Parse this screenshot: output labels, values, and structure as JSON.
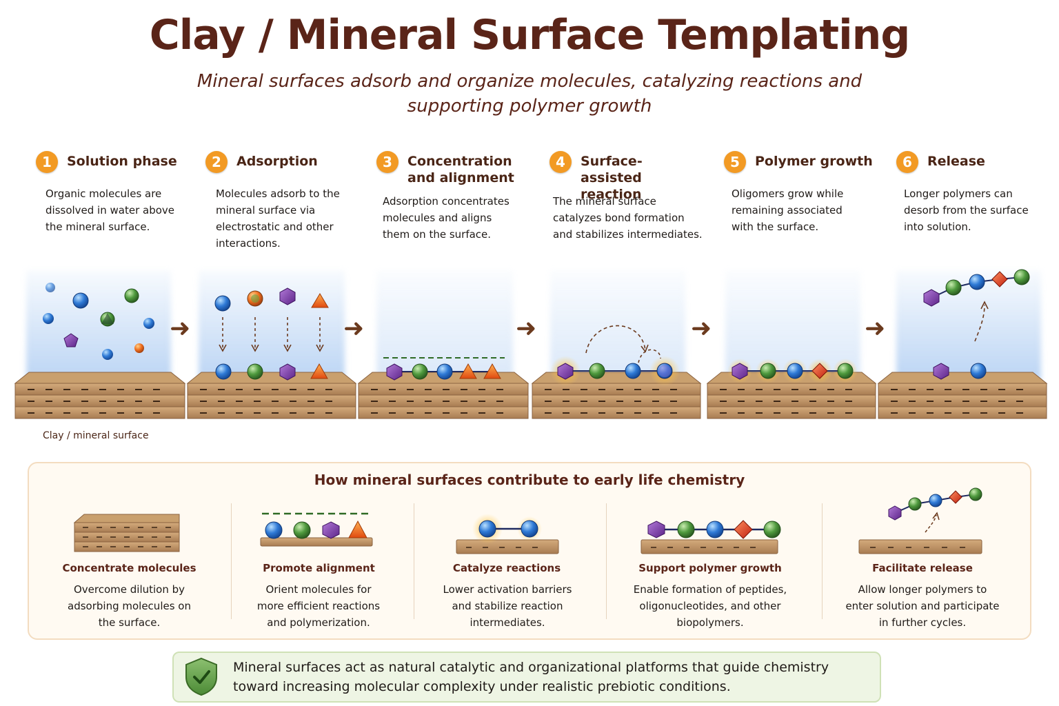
{
  "title": "Clay / Mineral Surface Templating",
  "subtitle": "Mineral surfaces adsorb and organize molecules, catalyzing reactions and supporting polymer growth",
  "steps": [
    {
      "num": "1",
      "title": "Solution phase",
      "desc": "Organic molecules are dissolved in water above the mineral surface."
    },
    {
      "num": "2",
      "title": "Adsorption",
      "desc": "Molecules adsorb to the mineral surface via electrostatic and other interactions."
    },
    {
      "num": "3",
      "title": "Concentration and alignment",
      "desc": "Adsorption concentrates molecules and aligns them on the surface."
    },
    {
      "num": "4",
      "title": "Surface-assisted reaction",
      "desc": "The mineral surface catalyzes bond formation and stabilizes intermediates."
    },
    {
      "num": "5",
      "title": "Polymer growth",
      "desc": "Oligomers grow while remaining associated with the surface."
    },
    {
      "num": "6",
      "title": "Release",
      "desc": "Longer polymers can desorb from the surface into solution."
    }
  ],
  "surface_label": "Clay / mineral surface",
  "arrow_glyph": "➜",
  "panel": {
    "title": "How mineral surfaces contribute to early life chemistry",
    "items": [
      {
        "title": "Concentrate molecules",
        "desc": "Overcome dilution by adsorbing molecules on the surface."
      },
      {
        "title": "Promote alignment",
        "desc": "Orient molecules for more efficient reactions and polymerization."
      },
      {
        "title": "Catalyze reactions",
        "desc": "Lower activation barriers and stabilize reaction intermediates."
      },
      {
        "title": "Support polymer growth",
        "desc": "Enable formation of peptides, oligonucleotides, and other biopolymers."
      },
      {
        "title": "Facilitate release",
        "desc": "Allow longer polymers to enter solution and participate in further cycles."
      }
    ]
  },
  "footer": {
    "text": "Mineral surfaces act as natural catalytic and organizational platforms that guide chemistry toward increasing molecular complexity under realistic prebiotic conditions.",
    "icon": "shield-check-icon"
  },
  "colors": {
    "title": "#5a2418",
    "badge": "#f29a24",
    "clay": "#c49a6c",
    "clay_dark": "#8a6240",
    "blue": "#2f7ad6",
    "green": "#4f9a3e",
    "purple": "#7a3aa8",
    "orange": "#f07020",
    "red": "#e03a1a",
    "glow": "#ffb000"
  }
}
